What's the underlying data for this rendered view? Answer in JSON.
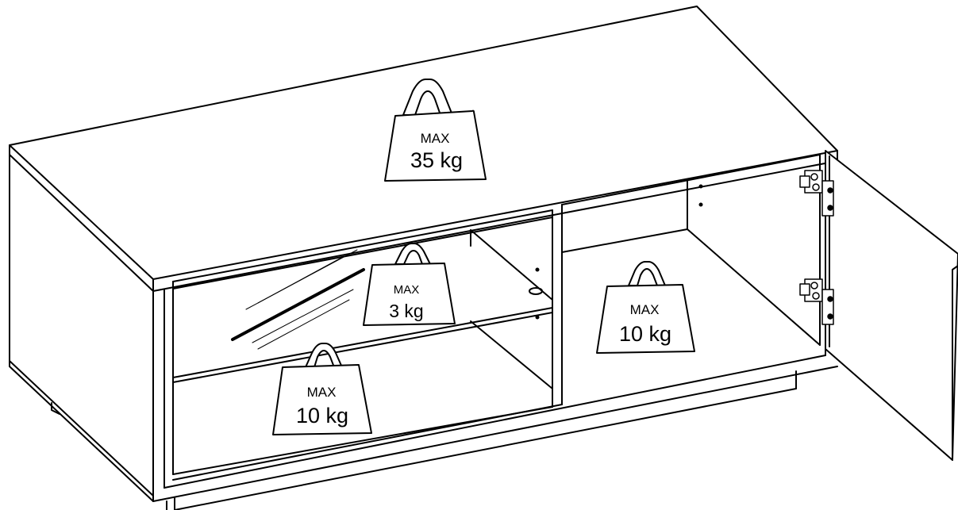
{
  "weights": {
    "top": {
      "max_label": "MAX",
      "load": "35 kg"
    },
    "shelf": {
      "max_label": "MAX",
      "load": "3 kg"
    },
    "bottom": {
      "max_label": "MAX",
      "load": "10 kg"
    },
    "right": {
      "max_label": "MAX",
      "load": "10 kg"
    }
  },
  "colors": {
    "line": "#000000",
    "background": "#ffffff"
  }
}
